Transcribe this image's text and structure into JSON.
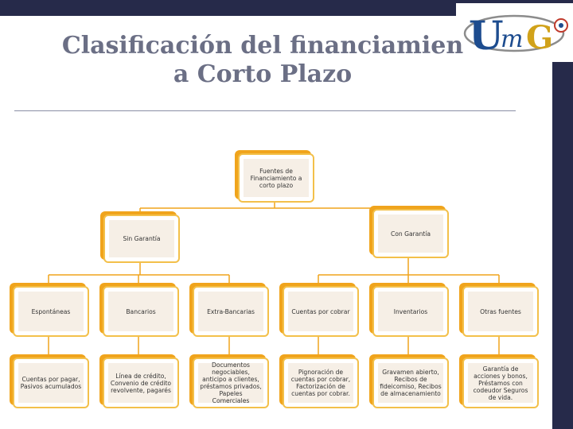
{
  "title": {
    "line1": "Clasificación del financiamien",
    "line2": "a Corto Plazo"
  },
  "logo": {
    "text": "UmG"
  },
  "diagram": {
    "root": "Fuentes de Financiamiento a corto plazo",
    "level1": [
      "Sin Garantía",
      "Con Garantía"
    ],
    "level2": [
      "Espontáneas",
      "Bancarios",
      "Extra-Bancarias",
      "Cuentas por cobrar",
      "Inventarios",
      "Otras fuentes"
    ],
    "level3": [
      "Cuentas por pagar, Pasivos acumulados",
      "Línea de crédito, Convenio de crédito revolvente, pagarés",
      "Documentos negociables, anticipo a clientes, préstamos privados, Papeles Comerciales",
      "Pignoración de cuentas por cobrar, Factorización de cuentas por cobrar.",
      "Gravamen abierto, Recibos de fideicomiso, Recibos de almacenamiento",
      "Garantía de acciones y bonos, Préstamos con codeudor Seguros de vida."
    ]
  },
  "colors": {
    "accent": "#f0a41c",
    "border": "#f3c04a",
    "inner": "#f6efe6",
    "band": "#262a4a",
    "title": "#6b6f85"
  }
}
